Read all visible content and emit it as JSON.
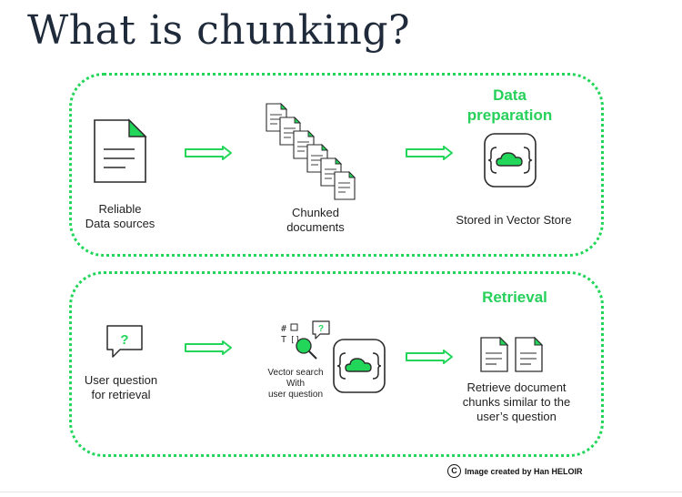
{
  "title": "What is chunking?",
  "sections": {
    "preparation": "Data\npreparation",
    "retrieval": "Retrieval"
  },
  "labels": {
    "reliable": "Reliable\nData sources",
    "chunked": "Chunked\ndocuments",
    "stored": "Stored in Vector Store",
    "question": "User question\nfor retrieval",
    "vector_search": "Vector search\nWith\nuser question",
    "retrieve": "Retrieve document\nchunks similar to the\nuser’s question"
  },
  "credit": {
    "symbol": "C",
    "text": "Image created by Han HELOIR"
  },
  "colors": {
    "accent": "#22d65a",
    "stroke": "#2a2a2a"
  },
  "icons": [
    "document-icon",
    "chunked-documents-icon",
    "vector-store-icon",
    "question-bubble-icon",
    "vector-search-icon",
    "retrieved-documents-icon",
    "arrow-icon"
  ]
}
